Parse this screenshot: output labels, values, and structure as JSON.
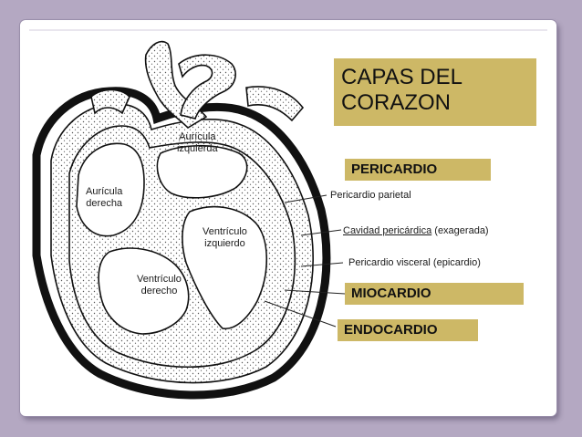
{
  "title": {
    "line1": "CAPAS DEL",
    "line2": "CORAZON"
  },
  "boxes": {
    "pericardio": "PERICARDIO",
    "miocardio": "MIOCARDIO",
    "endocardio": "ENDOCARDIO"
  },
  "labels": {
    "pericardio_parietal": "Pericardio parietal",
    "cavidad_underlined": "Cavidad pericárdica",
    "cavidad_rest": "(exagerada)",
    "pericardio_visceral": "Pericardio visceral (epicardio)"
  },
  "chambers": {
    "auricula_izquierda": [
      "Aurícula",
      "izquierda"
    ],
    "auricula_derecha": [
      "Aurícula",
      "derecha"
    ],
    "ventriculo_izquierdo": [
      "Ventrículo",
      "izquierdo"
    ],
    "ventriculo_derecho": [
      "Ventrículo",
      "derecho"
    ]
  },
  "colors": {
    "label_fill": "#cdb866",
    "background": "#b4a8c2"
  }
}
